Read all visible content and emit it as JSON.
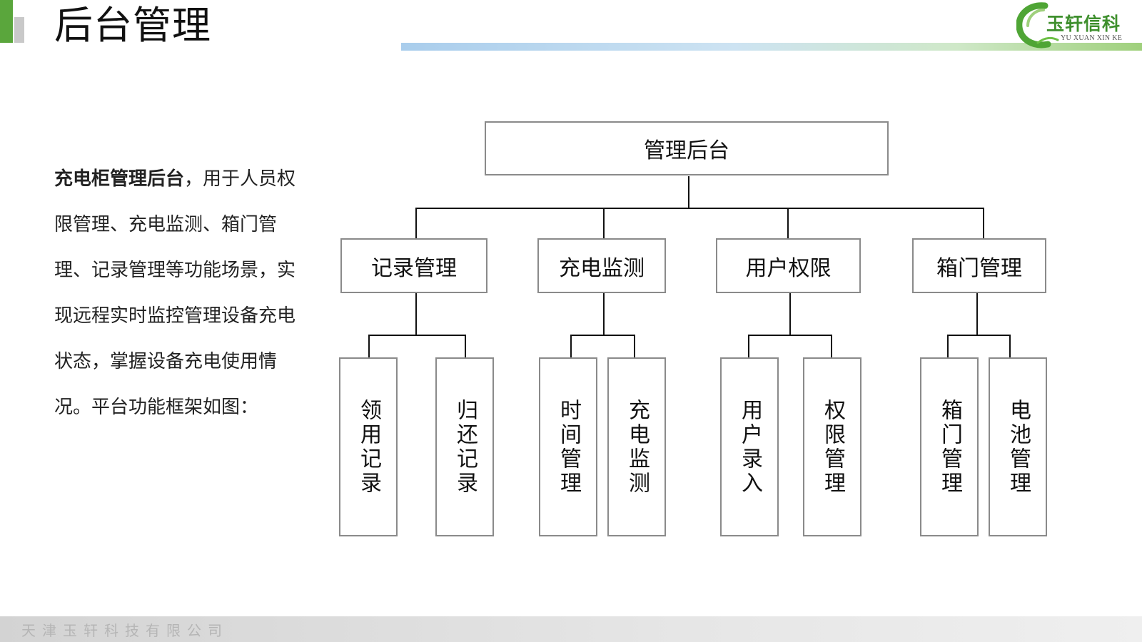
{
  "header": {
    "title": "后台管理",
    "logo": {
      "name": "玉轩信科",
      "subtitle": "YU XUAN XIN KE",
      "color": "#3e8f2d"
    }
  },
  "description": {
    "bold": "充电柜管理后台",
    "text": "，用于人员权限管理、充电监测、箱门管理、记录管理等功能场景，实现远程实时监控管理设备充电状态，掌握设备充电使用情况。平台功能框架如图："
  },
  "diagram": {
    "root": "管理后台",
    "branches": [
      {
        "label": "记录管理",
        "children": [
          "领用记录",
          "归还记录"
        ]
      },
      {
        "label": "充电监测",
        "children": [
          "时间管理",
          "充电监测"
        ]
      },
      {
        "label": "用户权限",
        "children": [
          "用户录入",
          "权限管理"
        ]
      },
      {
        "label": "箱门管理",
        "children": [
          "箱门管理",
          "电池管理"
        ]
      }
    ]
  },
  "footer": {
    "company": "天津玉轩科技有限公司"
  }
}
